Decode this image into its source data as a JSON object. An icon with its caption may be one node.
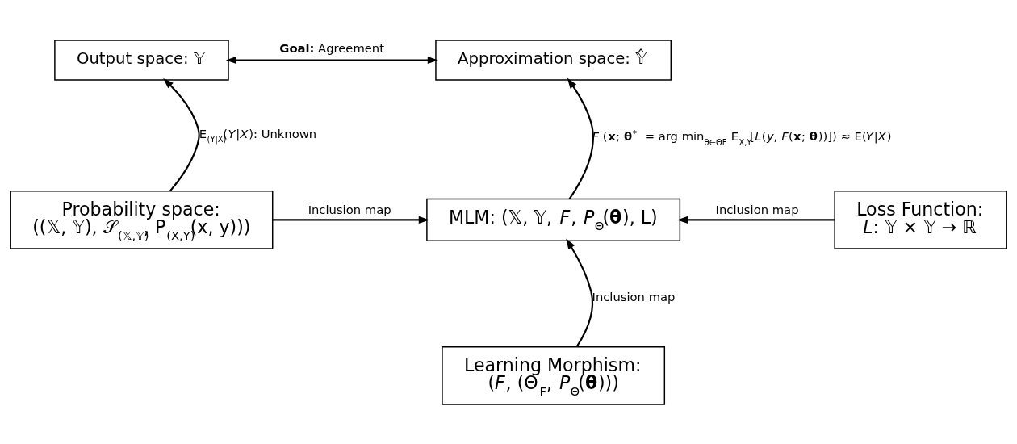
{
  "diagram": {
    "nodes": [
      {
        "text": [
          "Output space: 𝕐"
        ]
      },
      {
        "text": [
          "Approximation space: 𝕐̂"
        ]
      },
      {
        "text": [
          "Probability space:",
          "((𝕏, 𝕐), 𝒮$_{(𝕏,𝕐)}$, P$_{(X,Y)}$(x, y)))"
        ]
      },
      {
        "text": [
          "MLM: (𝕏, 𝕐, *F*, *P*$_{Θ}$(**θ**), L)"
        ]
      },
      {
        "text": [
          "Loss Function:",
          "*L*: 𝕐 × 𝕐 → ℝ"
        ]
      },
      {
        "text": [
          "Learning Morphism:",
          "(*F*, (Θ$_{F}$, *P*$_{Θ}$(**θ**)))"
        ]
      }
    ],
    "edges": [
      {
        "from": 0,
        "to": 1,
        "arrow": "both",
        "label": "**Goal:** Agreement"
      },
      {
        "from": 2,
        "to": 0,
        "arrow": "to",
        "label": "E$_{(Y|X)}$(*Y*|*X*): Unknown"
      },
      {
        "from": 3,
        "to": 1,
        "arrow": "to",
        "label": "*F* (**x**; **θ**$^{*}$ = arg min$_{θ∈ΘF}$ E$_{X,Y}$[*L*(*y*, *F*(**x**; **θ**))]) ≈ E(*Y*|*X*)"
      },
      {
        "from": 2,
        "to": 3,
        "arrow": "to",
        "label": "Inclusion map"
      },
      {
        "from": 4,
        "to": 3,
        "arrow": "to",
        "label": "Inclusion map"
      },
      {
        "from": 5,
        "to": 3,
        "arrow": "to",
        "label": "Inclusion map"
      }
    ]
  }
}
